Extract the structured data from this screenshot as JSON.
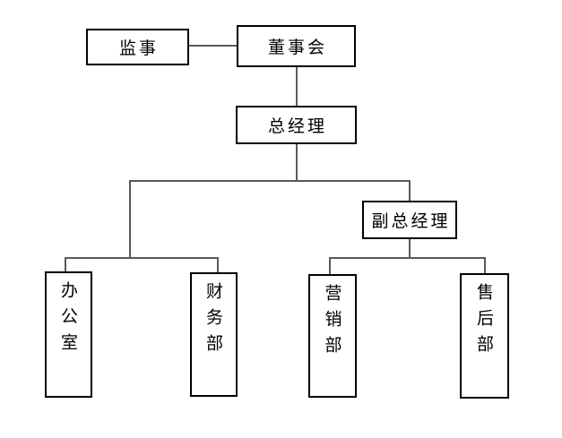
{
  "diagram": {
    "type": "org-chart",
    "nodes": {
      "supervisor": {
        "label": "监事"
      },
      "board": {
        "label": "董事会"
      },
      "general_manager": {
        "label": "总经理"
      },
      "deputy_general_manager": {
        "label": "副总经理"
      },
      "office": {
        "label": "办公室"
      },
      "finance_dept": {
        "label": "财务部"
      },
      "marketing_dept": {
        "label": "营销部"
      },
      "after_sales_dept": {
        "label": "售后部"
      }
    },
    "edges": [
      {
        "from": "board",
        "to": "supervisor"
      },
      {
        "from": "board",
        "to": "general_manager"
      },
      {
        "from": "general_manager",
        "to": "office"
      },
      {
        "from": "general_manager",
        "to": "finance_dept"
      },
      {
        "from": "general_manager",
        "to": "deputy_general_manager"
      },
      {
        "from": "deputy_general_manager",
        "to": "marketing_dept"
      },
      {
        "from": "deputy_general_manager",
        "to": "after_sales_dept"
      }
    ]
  },
  "colors": {
    "background": "#ffffff",
    "box_border": "#000000",
    "connector": "#595959",
    "text": "#000000"
  }
}
